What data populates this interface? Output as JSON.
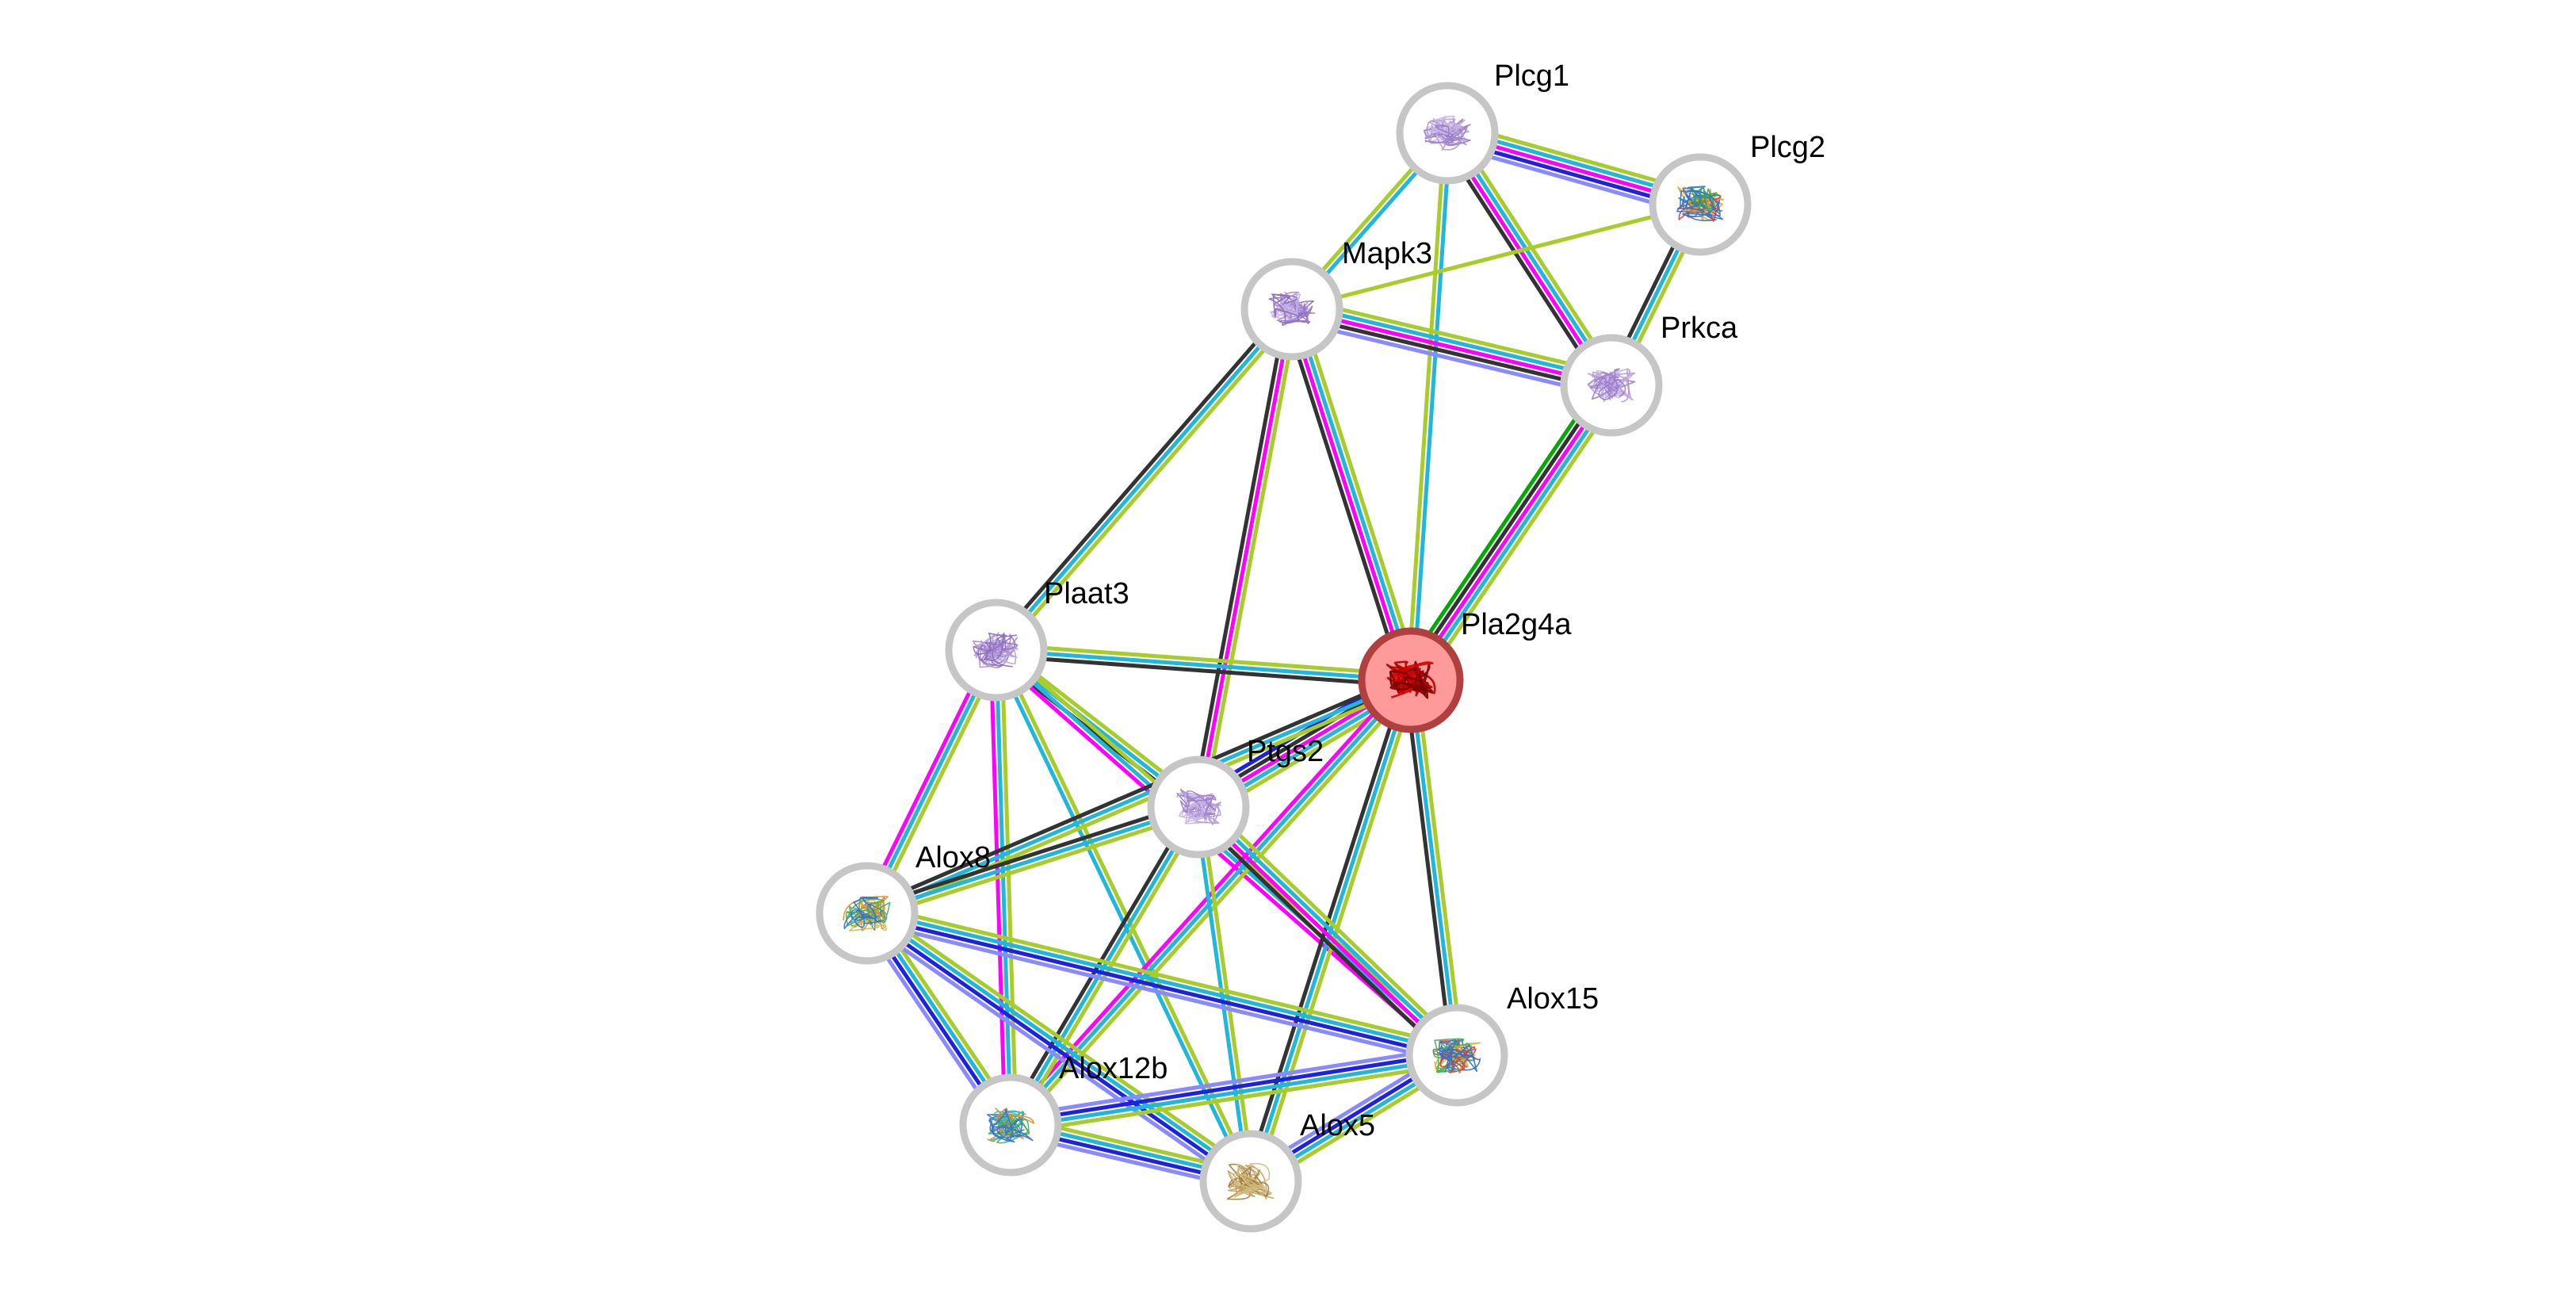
{
  "network": {
    "channel_colors": {
      "experiments": "#ff00ff",
      "databases": "#21b7dc",
      "textmining": "#a8cc2a",
      "coexpression": "#333333",
      "homology": "#8a8aff",
      "cooccurrence": "#2020e0",
      "neighborhood": "#00aa00"
    },
    "nodes": [
      {
        "id": "Plcg1",
        "label": "Plcg1",
        "query": false,
        "structure_colors": [
          "#b49ad8",
          "#c6b3e6",
          "#9a7cc8"
        ]
      },
      {
        "id": "Plcg2",
        "label": "Plcg2",
        "query": false,
        "structure_colors": [
          "#e0a030",
          "#30a060",
          "#3070d0",
          "#d04040"
        ]
      },
      {
        "id": "Mapk3",
        "label": "Mapk3",
        "query": false,
        "structure_colors": [
          "#a98ad0",
          "#c4b0e4",
          "#8c6cc0"
        ]
      },
      {
        "id": "Prkca",
        "label": "Prkca",
        "query": false,
        "structure_colors": [
          "#b49ad8",
          "#c6b3e6",
          "#9a7cc8"
        ]
      },
      {
        "id": "Plaat3",
        "label": "Plaat3",
        "query": false,
        "structure_colors": [
          "#a98ad0",
          "#b9a0dc",
          "#8c6cc0"
        ]
      },
      {
        "id": "Pla2g4a",
        "label": "Pla2g4a",
        "query": true,
        "structure_colors": [
          "#b00000",
          "#d00000",
          "#7a0000"
        ]
      },
      {
        "id": "Ptgs2",
        "label": "Ptgs2",
        "query": false,
        "structure_colors": [
          "#b49ad8",
          "#c6b3e6",
          "#9a7cc8"
        ]
      },
      {
        "id": "Alox8",
        "label": "Alox8",
        "query": false,
        "structure_colors": [
          "#e09030",
          "#40b060",
          "#3070d0",
          "#d0c040"
        ]
      },
      {
        "id": "Alox15",
        "label": "Alox15",
        "query": false,
        "structure_colors": [
          "#40b060",
          "#d04040",
          "#3070d0",
          "#e0b030"
        ]
      },
      {
        "id": "Alox12b",
        "label": "Alox12b",
        "query": false,
        "structure_colors": [
          "#e09030",
          "#40b060",
          "#3070d0",
          "#30c0c0"
        ]
      },
      {
        "id": "Alox5",
        "label": "Alox5",
        "query": false,
        "structure_colors": [
          "#c0a060",
          "#a08040",
          "#d4bc80"
        ]
      }
    ],
    "edges": [
      {
        "source": "Plcg1",
        "target": "Plcg2",
        "channels": [
          "textmining",
          "databases",
          "experiments",
          "cooccurrence",
          "homology"
        ]
      },
      {
        "source": "Plcg1",
        "target": "Prkca",
        "channels": [
          "textmining",
          "databases",
          "experiments",
          "coexpression"
        ]
      },
      {
        "source": "Plcg1",
        "target": "Mapk3",
        "channels": [
          "databases",
          "textmining"
        ]
      },
      {
        "source": "Plcg1",
        "target": "Pla2g4a",
        "channels": [
          "databases",
          "textmining"
        ]
      },
      {
        "source": "Plcg2",
        "target": "Prkca",
        "channels": [
          "textmining",
          "databases",
          "coexpression"
        ]
      },
      {
        "source": "Plcg2",
        "target": "Mapk3",
        "channels": [
          "textmining"
        ]
      },
      {
        "source": "Mapk3",
        "target": "Prkca",
        "channels": [
          "textmining",
          "databases",
          "experiments",
          "coexpression",
          "homology"
        ]
      },
      {
        "source": "Mapk3",
        "target": "Pla2g4a",
        "channels": [
          "textmining",
          "databases",
          "experiments",
          "coexpression"
        ]
      },
      {
        "source": "Mapk3",
        "target": "Plaat3",
        "channels": [
          "textmining",
          "databases",
          "coexpression"
        ]
      },
      {
        "source": "Mapk3",
        "target": "Ptgs2",
        "channels": [
          "textmining",
          "experiments",
          "coexpression"
        ]
      },
      {
        "source": "Prkca",
        "target": "Pla2g4a",
        "channels": [
          "textmining",
          "databases",
          "experiments",
          "coexpression",
          "neighborhood"
        ]
      },
      {
        "source": "Plaat3",
        "target": "Pla2g4a",
        "channels": [
          "textmining",
          "databases",
          "coexpression"
        ]
      },
      {
        "source": "Plaat3",
        "target": "Ptgs2",
        "channels": [
          "textmining",
          "databases",
          "coexpression"
        ]
      },
      {
        "source": "Plaat3",
        "target": "Alox8",
        "channels": [
          "textmining",
          "databases",
          "experiments"
        ]
      },
      {
        "source": "Plaat3",
        "target": "Alox15",
        "channels": [
          "textmining",
          "databases",
          "experiments"
        ]
      },
      {
        "source": "Plaat3",
        "target": "Alox12b",
        "channels": [
          "textmining",
          "databases",
          "experiments"
        ]
      },
      {
        "source": "Plaat3",
        "target": "Alox5",
        "channels": [
          "textmining",
          "databases"
        ]
      },
      {
        "source": "Pla2g4a",
        "target": "Ptgs2",
        "channels": [
          "textmining",
          "databases",
          "experiments",
          "coexpression",
          "cooccurrence"
        ]
      },
      {
        "source": "Pla2g4a",
        "target": "Alox8",
        "channels": [
          "textmining",
          "databases",
          "coexpression"
        ]
      },
      {
        "source": "Pla2g4a",
        "target": "Alox15",
        "channels": [
          "textmining",
          "databases",
          "coexpression"
        ]
      },
      {
        "source": "Pla2g4a",
        "target": "Alox12b",
        "channels": [
          "textmining",
          "databases",
          "experiments"
        ]
      },
      {
        "source": "Pla2g4a",
        "target": "Alox5",
        "channels": [
          "textmining",
          "databases",
          "coexpression"
        ]
      },
      {
        "source": "Ptgs2",
        "target": "Alox8",
        "channels": [
          "textmining",
          "databases",
          "coexpression"
        ]
      },
      {
        "source": "Ptgs2",
        "target": "Alox15",
        "channels": [
          "textmining",
          "databases",
          "experiments",
          "coexpression"
        ]
      },
      {
        "source": "Ptgs2",
        "target": "Alox12b",
        "channels": [
          "textmining",
          "databases",
          "coexpression"
        ]
      },
      {
        "source": "Ptgs2",
        "target": "Alox5",
        "channels": [
          "textmining",
          "databases"
        ]
      },
      {
        "source": "Alox8",
        "target": "Alox15",
        "channels": [
          "textmining",
          "databases",
          "cooccurrence",
          "homology"
        ]
      },
      {
        "source": "Alox8",
        "target": "Alox12b",
        "channels": [
          "textmining",
          "databases",
          "cooccurrence",
          "homology"
        ]
      },
      {
        "source": "Alox8",
        "target": "Alox5",
        "channels": [
          "textmining",
          "databases",
          "cooccurrence",
          "homology"
        ]
      },
      {
        "source": "Alox15",
        "target": "Alox12b",
        "channels": [
          "textmining",
          "databases",
          "cooccurrence",
          "homology"
        ]
      },
      {
        "source": "Alox15",
        "target": "Alox5",
        "channels": [
          "textmining",
          "databases",
          "cooccurrence",
          "homology"
        ]
      },
      {
        "source": "Alox12b",
        "target": "Alox5",
        "channels": [
          "textmining",
          "databases",
          "cooccurrence",
          "homology"
        ]
      }
    ]
  }
}
